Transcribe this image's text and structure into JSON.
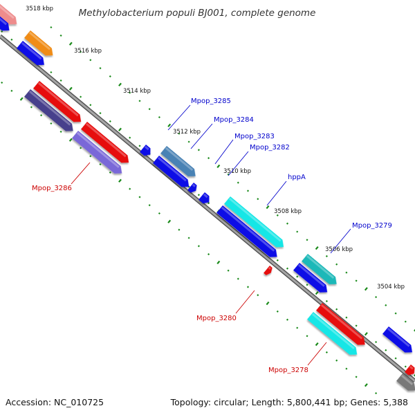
{
  "title": "Methylobacterium populi BJ001, complete genome",
  "footer": {
    "accession": "Accession: NC_010725",
    "summary": "Topology: circular; Length: 5,800,441 bp; Genes: 5,388"
  },
  "colors": {
    "backbone": "#808080",
    "tick": "#1a8a1a",
    "label_forward": "#0000cc",
    "label_reverse": "#cc0000",
    "gene_blue": "#0a0ae6",
    "gene_red": "#e60a0a",
    "gene_cyan": "#14e6e6",
    "gene_teal": "#1ab8b8",
    "gene_steel": "#4a82b4",
    "gene_orange": "#f08c14",
    "gene_pink": "#ee8c8c",
    "gene_indigo": "#46418c",
    "gene_slate": "#7a68d8",
    "gene_gray": "#787878"
  },
  "tick_labels": [
    {
      "text": "3518 kbp"
    },
    {
      "text": "3516 kbp"
    },
    {
      "text": "3514 kbp"
    },
    {
      "text": "3512 kbp"
    },
    {
      "text": "3510 kbp"
    },
    {
      "text": "3508 kbp"
    },
    {
      "text": "3506 kbp"
    },
    {
      "text": "3504 kbp"
    }
  ],
  "gene_labels": [
    {
      "text": "Mpop_3285",
      "strand": "forward"
    },
    {
      "text": "Mpop_3284",
      "strand": "forward"
    },
    {
      "text": "Mpop_3283",
      "strand": "forward"
    },
    {
      "text": "Mpop_3282",
      "strand": "forward"
    },
    {
      "text": "hppA",
      "strand": "forward"
    },
    {
      "text": "Mpop_3279",
      "strand": "forward"
    },
    {
      "text": "Mpop_3286",
      "strand": "reverse"
    },
    {
      "text": "Mpop_3280",
      "strand": "reverse"
    },
    {
      "text": "Mpop_3278",
      "strand": "reverse"
    }
  ]
}
